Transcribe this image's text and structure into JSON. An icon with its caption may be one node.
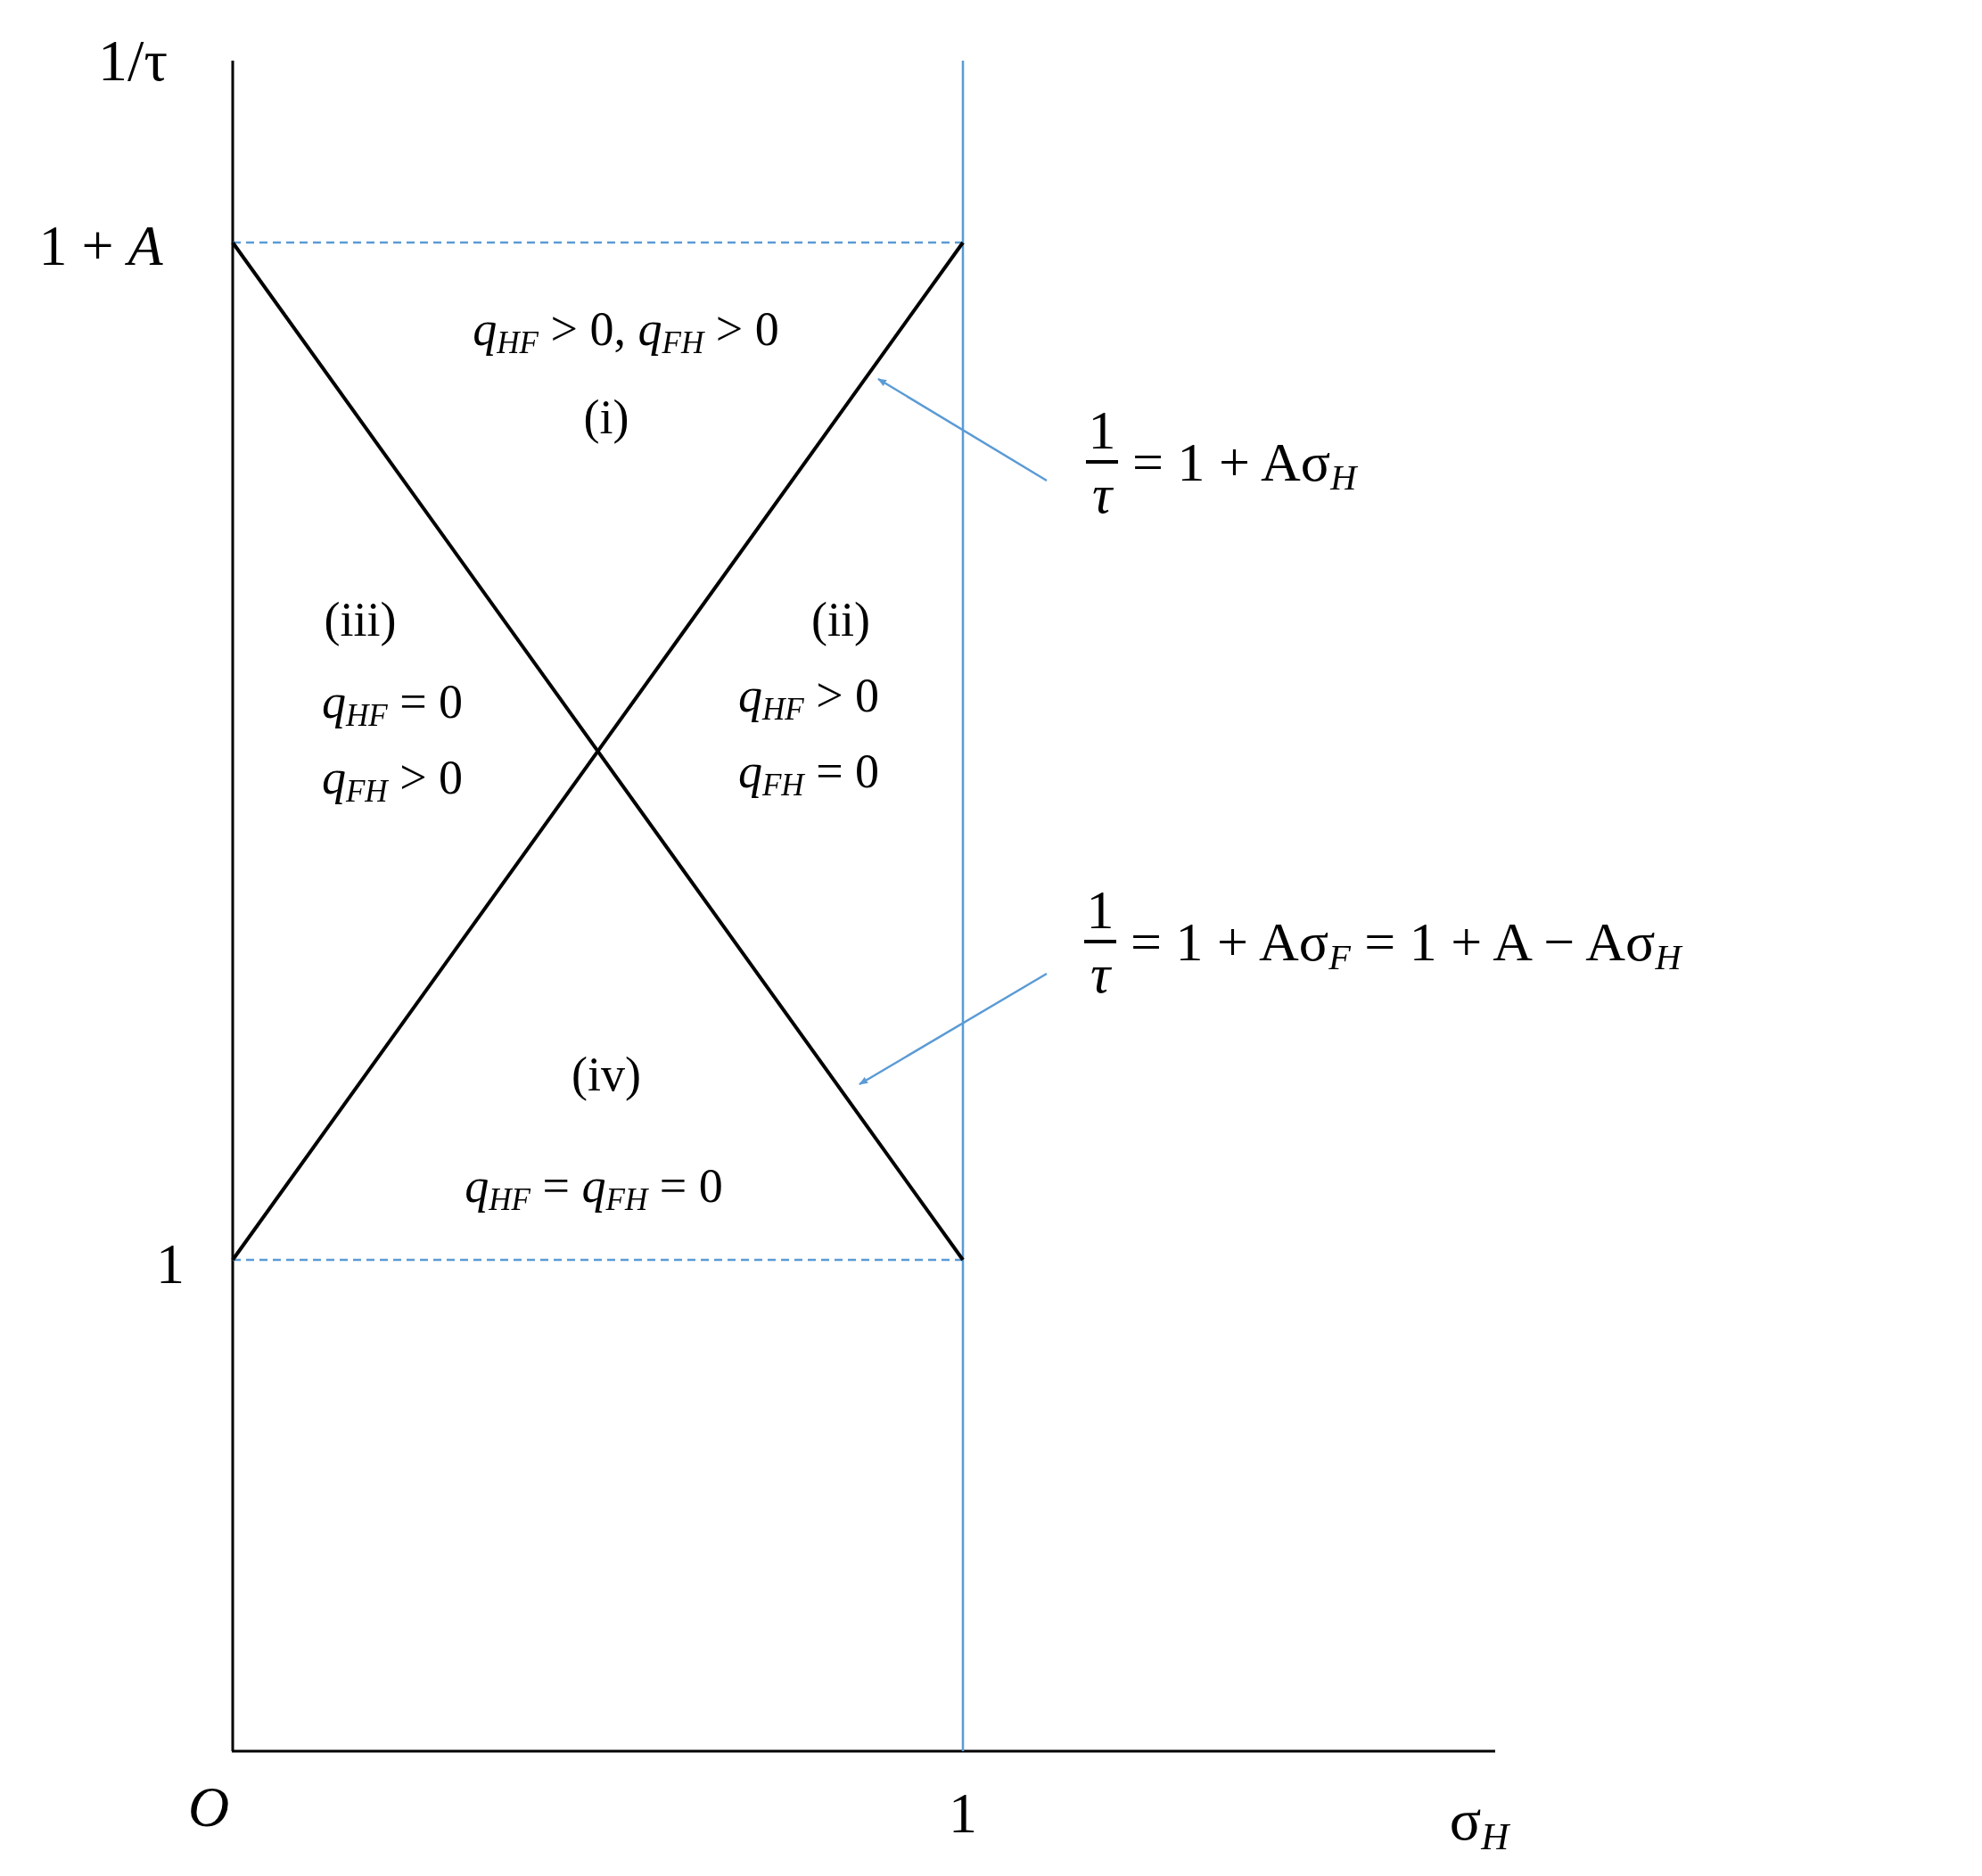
{
  "diagram": {
    "nodes": [
      {
        "text": [
          "1",
          "τ",
          "= 1 + Aσ$_{H}$"
        ]
      },
      {
        "text": [],
        "shape": "line"
      },
      {
        "text": [
          "1",
          "τ",
          "= 1 + Aσ$_{F}$ = 1 + A − Aσ$_{H}$"
        ]
      },
      {
        "text": [],
        "shape": "line"
      }
    ],
    "edges": [
      {
        "from": 0,
        "to": 1,
        "arrow": "to"
      },
      {
        "from": 2,
        "to": 3,
        "arrow": "to"
      }
    ],
    "labels": [
      "1/τ",
      "1 + *A*",
      "*q*$_{HF}$ > 0, *q*$_{FH}$ > 0",
      "(i)",
      "(iii)",
      "(ii)",
      "*q*$_{HF}$ = 0",
      "*q*$_{HF}$ > 0",
      "*q*$_{FH}$ > 0",
      "*q*$_{FH}$ = 0",
      "(iv)",
      "*q*$_{HF}$ = *q*$_{FH}$ = 0",
      "1",
      "*O*",
      "1",
      "σ$_{H}$"
    ]
  }
}
